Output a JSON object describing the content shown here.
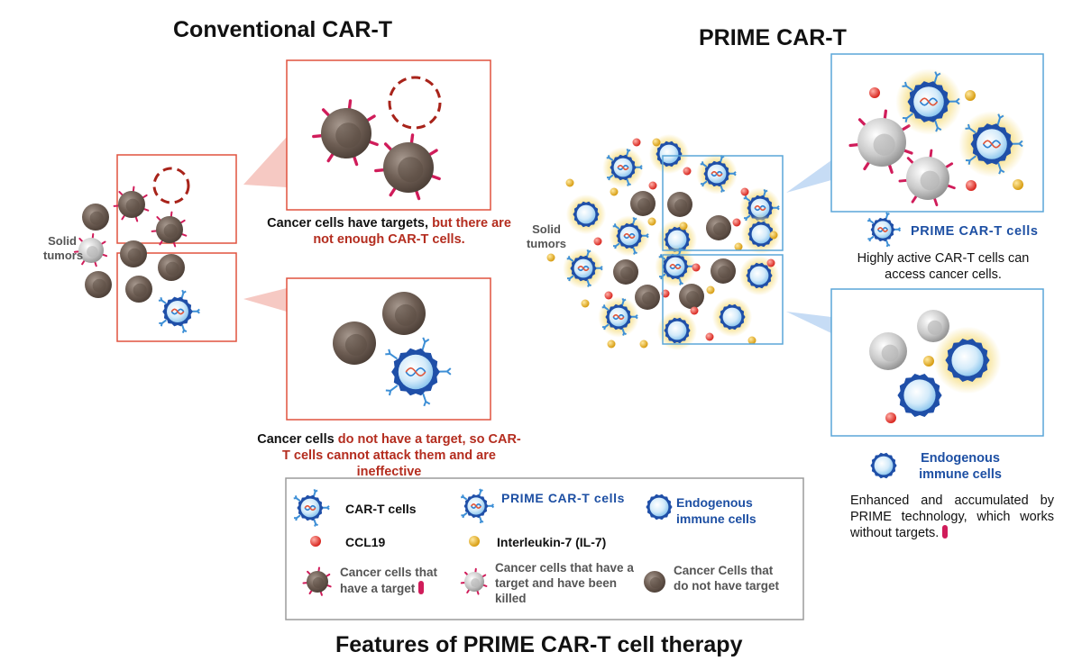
{
  "titles": {
    "conventional": "Conventional CAR-T",
    "prime": "PRIME CAR-T",
    "footer": "Features of PRIME CAR-T cell therapy"
  },
  "labels": {
    "solid_tumors_left": "Solid tumors",
    "solid_tumors_right": "Solid tumors"
  },
  "captions": {
    "upper_left": {
      "black": "Cancer cells have targets,",
      "red": "but there are not enough CAR-T cells."
    },
    "lower_left": {
      "black": "Cancer cells",
      "red": "do not have a target, so CAR-T cells cannot attack them and are ineffective"
    },
    "upper_right": {
      "badge": "PRIME CAR-T cells",
      "text": "Highly active CAR-T cells can access cancer cells."
    },
    "lower_right": {
      "badge": "Endogenous immune cells",
      "text": "Enhanced and accumulated by PRIME technology, which works without targets."
    }
  },
  "legend": {
    "cart": "CAR-T cells",
    "prime_cart": "PRIME CAR-T cells",
    "endogenous": "Endogenous immune cells",
    "ccl19": "CCL19",
    "il7": "Interleukin-7 (IL-7)",
    "cancer_target": "Cancer cells that have a target",
    "cancer_killed": "Cancer cells that have a target and have been killed",
    "cancer_no_target": "Cancer Cells that do not have target"
  },
  "colors": {
    "red_frame": "#e0523f",
    "blue_frame": "#5aa6d8",
    "cancer_brown": "#6e5e54",
    "target_spike": "#d01c5a",
    "ccl19": "#e8403a",
    "il7": "#e3ae23",
    "immune_blue": "#1f4fa8",
    "glow": "#f6df86"
  }
}
